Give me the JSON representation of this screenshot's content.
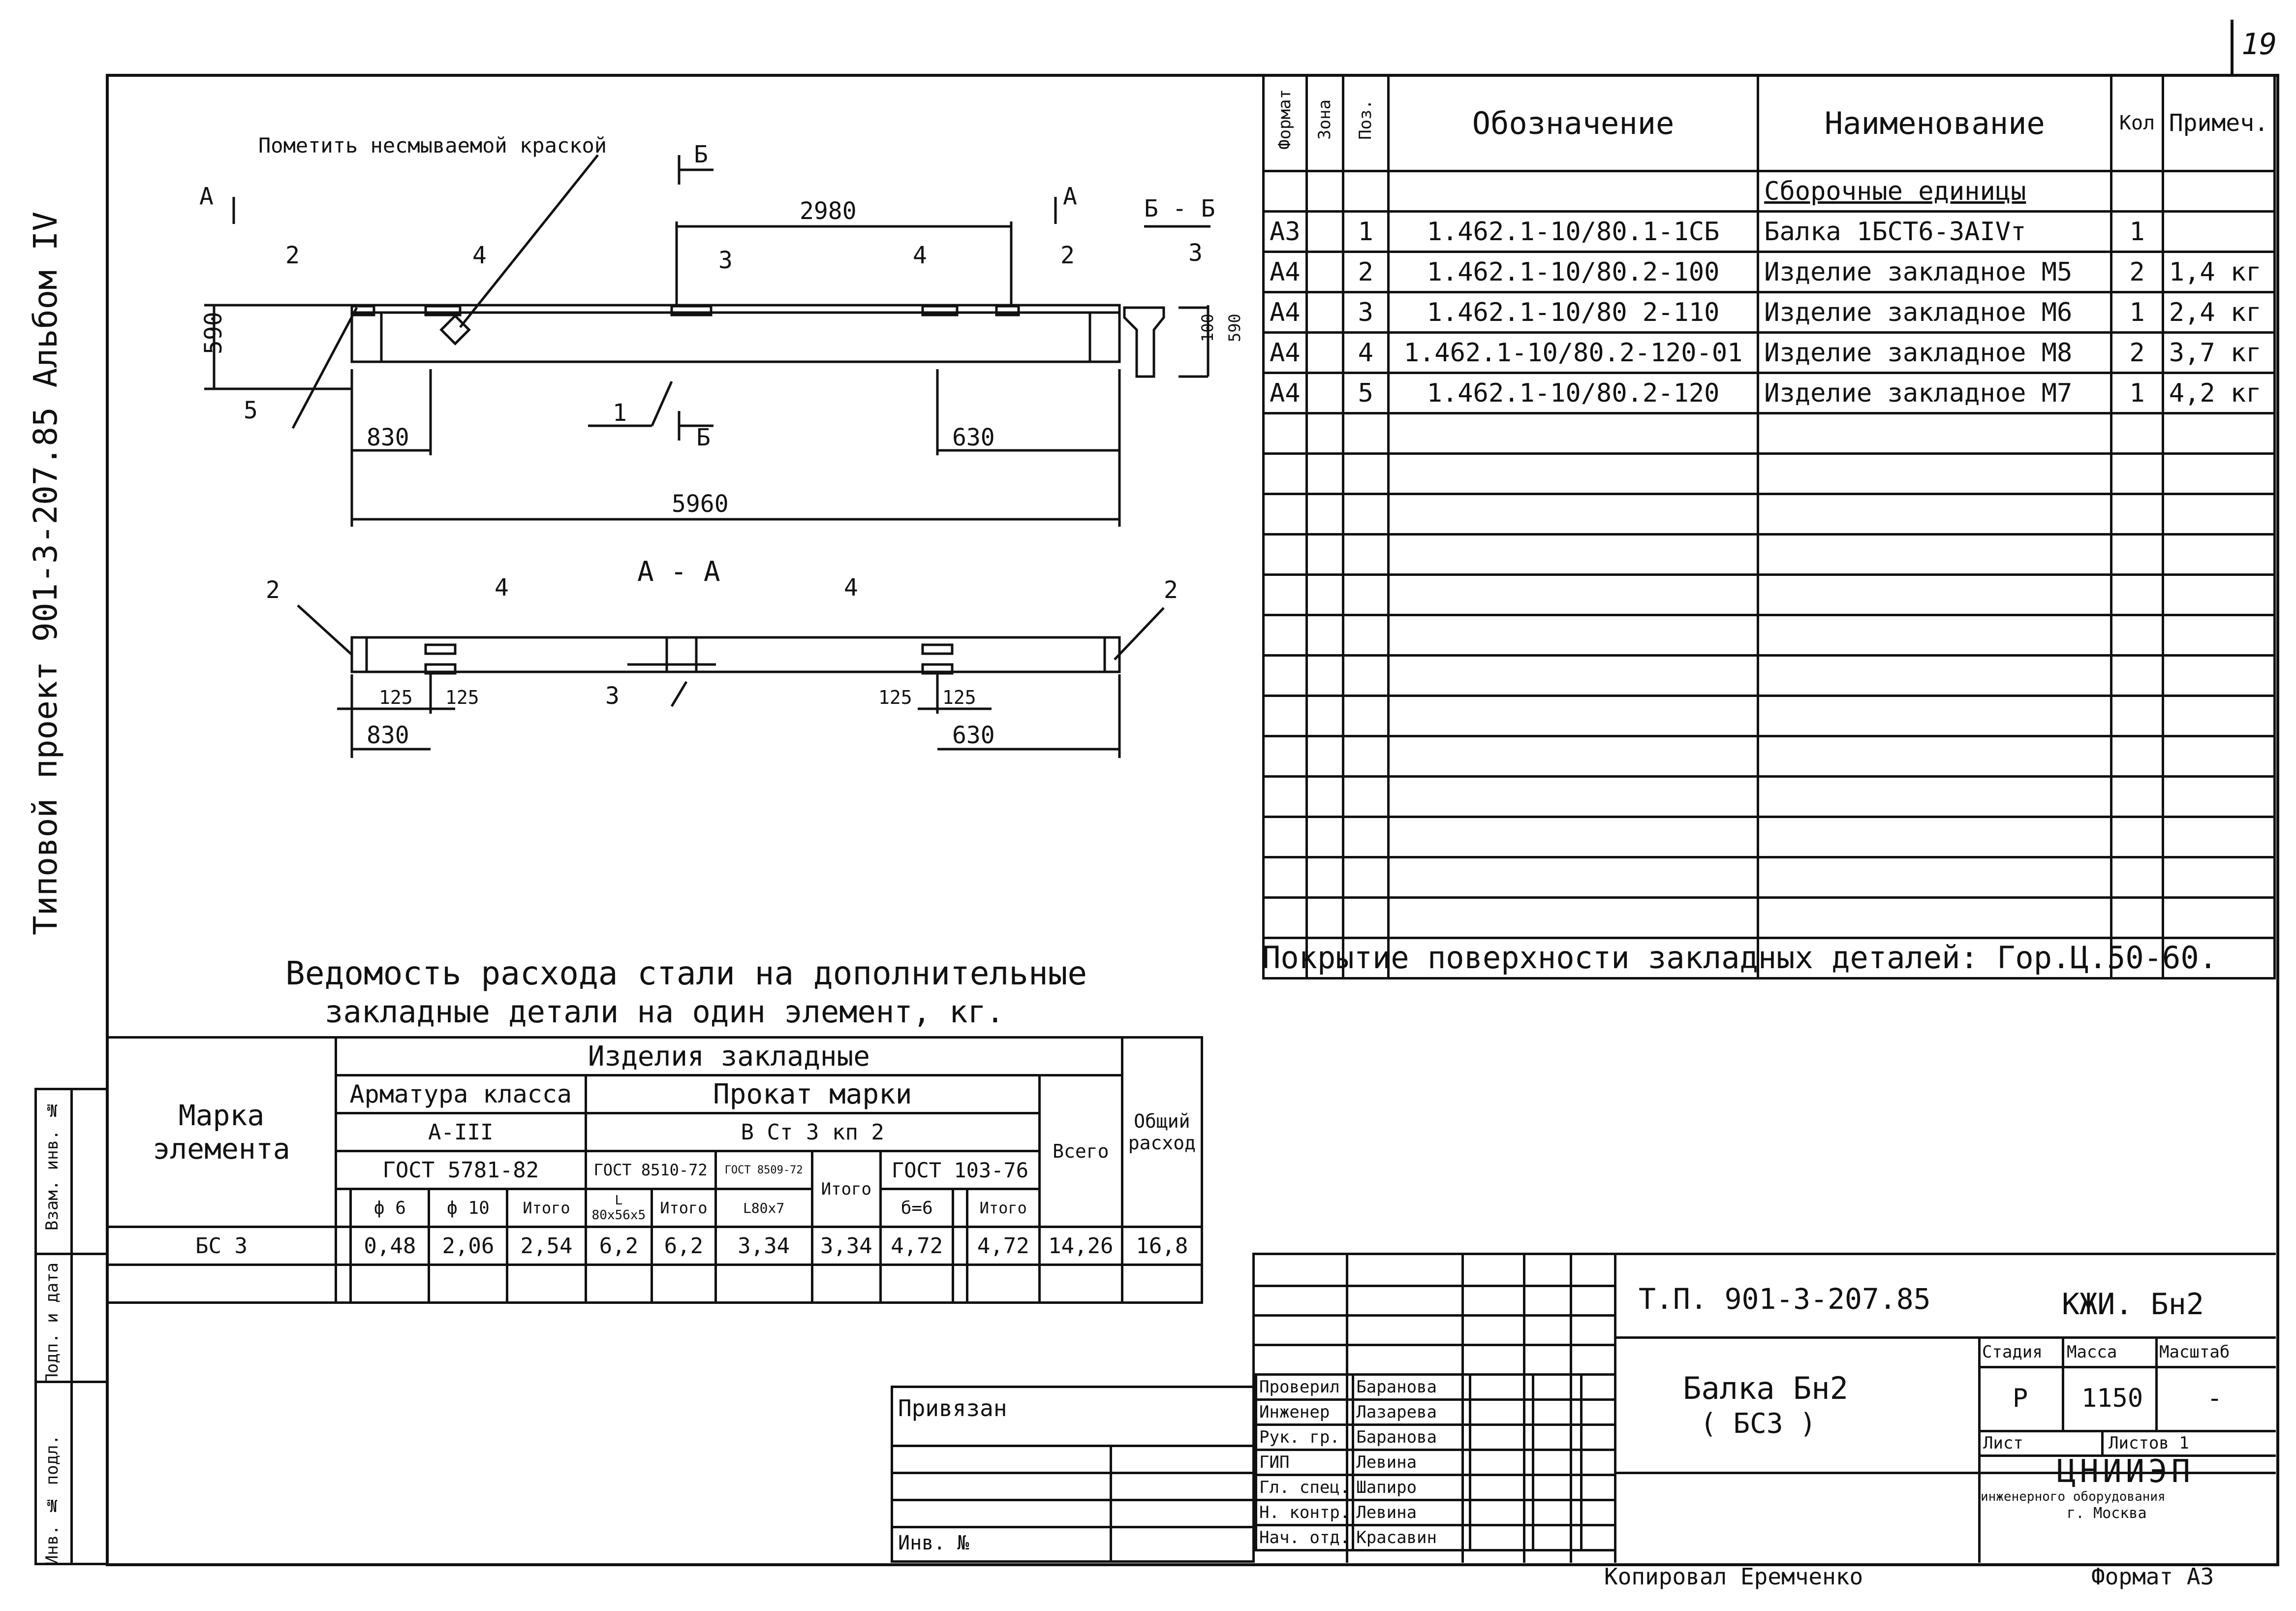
{
  "page_number": "19",
  "side_caption": "Типовой проект 901-3-207.85 Альбом IV",
  "drawing": {
    "note": "Пометить несмываемой краской",
    "sec_A": "А",
    "sec_B": "Б",
    "sec_BB": "Б - Б",
    "sec_AA": "А - А",
    "dims": {
      "d2980": "2980",
      "d590": "590",
      "d830": "830",
      "d630": "630",
      "d5960": "5960",
      "d125": "125",
      "d100": "100"
    },
    "pos": {
      "p1": "1",
      "p2": "2",
      "p3": "3",
      "p4": "4",
      "p5": "5"
    }
  },
  "spec": {
    "headers": {
      "format": "Формат",
      "zone": "Зона",
      "pos": "Поз.",
      "designation": "Обозначение",
      "name": "Наименование",
      "qty": "Кол",
      "note": "Примеч."
    },
    "section_title": "Сборочные единицы",
    "rows": [
      {
        "format": "А3",
        "pos": "1",
        "designation": "1.462.1-10/80.1-1СБ",
        "name": "Балка 1БСТ6-3АIVт",
        "qty": "1",
        "note": ""
      },
      {
        "format": "А4",
        "pos": "2",
        "designation": "1.462.1-10/80.2-100",
        "name": "Изделие закладное М5",
        "qty": "2",
        "note": "1,4 кг"
      },
      {
        "format": "А4",
        "pos": "3",
        "designation": "1.462.1-10/80 2-110",
        "name": "Изделие закладное М6",
        "qty": "1",
        "note": "2,4 кг"
      },
      {
        "format": "А4",
        "pos": "4",
        "designation": "1.462.1-10/80.2-120-01",
        "name": "Изделие закладное М8",
        "qty": "2",
        "note": "3,7 кг"
      },
      {
        "format": "А4",
        "pos": "5",
        "designation": "1.462.1-10/80.2-120",
        "name": "Изделие закладное М7",
        "qty": "1",
        "note": "4,2 кг"
      }
    ]
  },
  "coating_note": "Покрытие поверхности закладных деталей: Гор.Ц.50-60.",
  "steel": {
    "title_line1": "Ведомость расхода стали на дополнительные",
    "title_line2": "закладные детали на один элемент, кг.",
    "mark_header": "Марка элемента",
    "items_header": "Изделия закладные",
    "armature_header": "Арматура класса",
    "armature_class": "А-III",
    "armature_gost": "ГОСТ 5781-82",
    "rolled_header": "Прокат марки",
    "rolled_grade": "В Ст 3 кп 2",
    "gost_8510": "ГОСТ 8510-72",
    "gost_8509": "ГОСТ 8509-72",
    "gost_103": "ГОСТ 103-76",
    "total_header": "Всего",
    "overall_header": "Общий расход",
    "sub": {
      "d6": "ф 6",
      "d10": "ф 10",
      "itogo": "Итого",
      "l80x56": "L 80х56х5",
      "l80x7": "L80х7",
      "b6": "б=6"
    },
    "row": {
      "mark": "БС 3",
      "d6": "0,48",
      "d10": "2,06",
      "itogo1": "2,54",
      "l80x56": "6,2",
      "itogo2": "6,2",
      "l80x7": "3,34",
      "itogo3": "3,34",
      "b6": "4,72",
      "itogo4": "4,72",
      "total": "14,26",
      "overall": "16,8"
    }
  },
  "left_stamp": {
    "inv_orig": "Инв. № подл.",
    "sign_date": "Подп. и дата",
    "replaced_inv": "Взам. инв. №"
  },
  "title_block": {
    "bound": "Привязан",
    "inv": "Инв. №",
    "doc_code": "Т.П. 901-3-207.85",
    "sheet_code": "КЖИ. Бн2",
    "title": "Балка Бн2",
    "subtitle": "( БС3 )",
    "stage_label": "Стадия",
    "mass_label": "Масса",
    "scale_label": "Масштаб",
    "stage": "Р",
    "mass": "1150",
    "scale": "-",
    "sheet_label": "Лист",
    "sheets_label": "Листов 1",
    "org": "ЦНИИЭП",
    "org2": "инженерного оборудования",
    "city": "г. Москва",
    "people": [
      {
        "role": "Проверил",
        "name": "Баранова"
      },
      {
        "role": "Инженер",
        "name": "Лазарева"
      },
      {
        "role": "Рук. гр.",
        "name": "Баранова"
      },
      {
        "role": "ГИП",
        "name": "Левина"
      },
      {
        "role": "Гл. спец.",
        "name": "Шапиро"
      },
      {
        "role": "Н. контр.",
        "name": "Левина"
      },
      {
        "role": "Нач. отд.",
        "name": "Красавин"
      }
    ],
    "copied": "Копировал Еремченко",
    "format": "Формат А3"
  }
}
